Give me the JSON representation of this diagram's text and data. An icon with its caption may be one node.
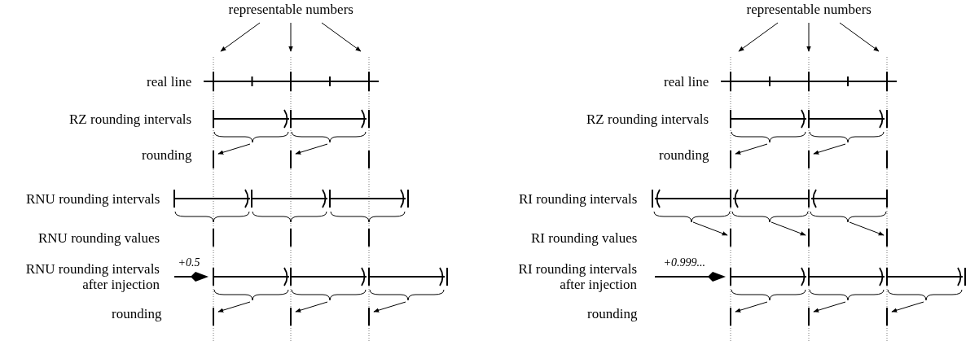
{
  "diagram": {
    "nodes": [
      {
        "text": [
          "representable numbers"
        ]
      },
      {
        "text": [
          "representable numbers"
        ]
      }
    ],
    "edges": [
      {
        "from": 0,
        "to": null,
        "arrow": "to"
      },
      {
        "from": 0,
        "to": null,
        "arrow": "to"
      },
      {
        "from": 0,
        "to": null,
        "arrow": "to"
      },
      {
        "from": 1,
        "to": null,
        "arrow": "to"
      },
      {
        "from": 1,
        "to": null,
        "arrow": "to"
      },
      {
        "from": 1,
        "to": null,
        "arrow": "to"
      }
    ],
    "labels": [
      "real line",
      "RZ rounding intervals",
      "rounding",
      "RNU rounding intervals",
      "RNU rounding values",
      "+0.5",
      "RNU rounding intervals after injection",
      "rounding",
      "real line",
      "RZ rounding intervals",
      "rounding",
      "RI rounding intervals",
      "RI rounding values",
      "+0.999...",
      "RI rounding intervals after injection",
      "rounding"
    ]
  }
}
